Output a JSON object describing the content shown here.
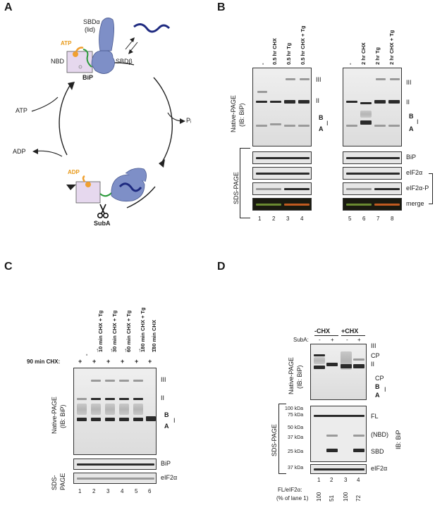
{
  "panels": {
    "A": "A",
    "B": "B",
    "C": "C",
    "D": "D"
  },
  "panelA": {
    "sbd_alpha": "SBDα",
    "lid": "(lid)",
    "atp_top": "ATP",
    "nbd": "NBD",
    "sbd_beta": "SBDβ",
    "bip": "BiP",
    "atp_left": "ATP",
    "pi": "Pᵢ",
    "adp_left": "ADP",
    "adp_bottom": "ADP",
    "suba": "SubA",
    "colors": {
      "nbd": "#e6d8ee",
      "sbd": "#7e8fc7",
      "atp": "#f0a030",
      "peptide": "#1e2a80",
      "linker": "#2a9a3a"
    }
  },
  "panelB": {
    "left_lanes": [
      "-",
      "0.5 hr CHX",
      "0.5 hr Tg",
      "0.5 hr CHX + Tg"
    ],
    "right_lanes": [
      "-",
      "2 hr CHX",
      "2 hr Tg",
      "2 hr CHX + Tg"
    ],
    "native_label": "Native-PAGE",
    "native_sub": "(IB: BiP)",
    "sds_label": "SDS-PAGE",
    "band_III": "III",
    "band_II": "II",
    "band_B": "B",
    "band_I": "I",
    "band_A": "A",
    "strip_labels": [
      "BiP",
      "eIF2α",
      "eIF2α-P",
      "merge"
    ],
    "lane_numbers_left": [
      "1",
      "2",
      "3",
      "4"
    ],
    "lane_numbers_right": [
      "5",
      "6",
      "7",
      "8"
    ]
  },
  "panelC": {
    "lanes": [
      "-",
      "10 min CHX + Tg",
      "30 min CHX + Tg",
      "60 min CHX + Tg",
      "180 min CHX + Tg",
      "180 min CHX"
    ],
    "chx_label": "90 min CHX:",
    "chx_marks": [
      "+",
      "+",
      "+",
      "+",
      "+",
      "+"
    ],
    "arrows": [
      "→",
      "→",
      "→",
      "→",
      "→"
    ],
    "native_label": "Native-PAGE",
    "native_sub": "(IB: BiP)",
    "sds_label": "SDS-",
    "sds_label2": "PAGE",
    "band_III": "III",
    "band_II": "II",
    "band_B": "B",
    "band_I": "I",
    "band_A": "A",
    "strip_labels": [
      "BiP",
      "eIF2α"
    ],
    "lane_numbers": [
      "1",
      "2",
      "3",
      "4",
      "5",
      "6"
    ]
  },
  "panelD": {
    "minus_chx": "-CHX",
    "plus_chx": "+CHX",
    "suba_label": "SubA:",
    "suba_marks": [
      "-",
      "+",
      "-",
      "+"
    ],
    "native_label": "Native-PAGE",
    "native_sub": "(IB: BiP)",
    "sds_label": "SDS-PAGE",
    "ib_label": "IB: BiP",
    "bands_native": [
      "III",
      "CP",
      "II",
      "CP",
      "B",
      "I",
      "A"
    ],
    "markers": [
      "100 kDa",
      "75 kDa",
      "50 kDa",
      "37 kDa",
      "25 kDa",
      "37 kDa"
    ],
    "bands_sds": [
      "FL",
      "(NBD)",
      "SBD",
      "eIF2α"
    ],
    "lane_numbers": [
      "1",
      "2",
      "3",
      "4"
    ],
    "ratio_label": "FL/eIF2α:",
    "ratio_sub": "(% of lane 1)",
    "ratios": [
      "100",
      "51",
      "100",
      "72"
    ]
  }
}
